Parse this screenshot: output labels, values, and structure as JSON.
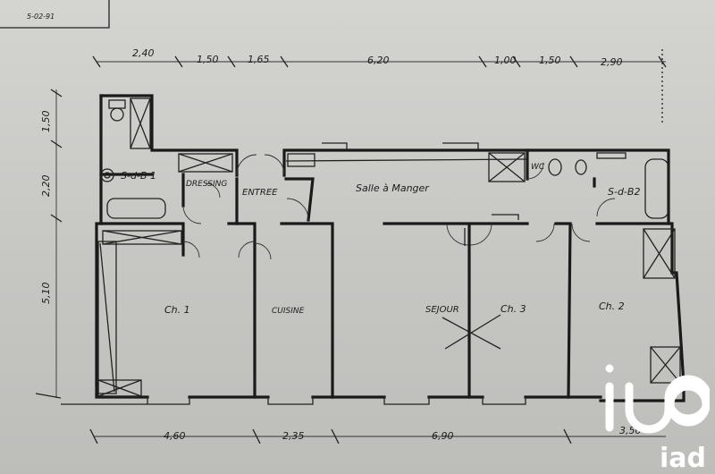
{
  "plan": {
    "date_stamp": "5-02-91",
    "dimensions_top": [
      "2,40",
      "1,50",
      "1,65",
      "6,20",
      "1,00",
      "1,50",
      "2,90"
    ],
    "dimensions_left": [
      "1,50",
      "2,20",
      "5,10"
    ],
    "dimensions_bottom": [
      "4,60",
      "2,35",
      "6,90",
      "3,50"
    ],
    "rooms": {
      "sdb1": "S-d-B 1",
      "dressing": "DRESSING",
      "entree": "ENTREE",
      "salle_a_manger": "Salle à Manger",
      "wc": "WC",
      "sdb2": "S-d-B2",
      "ch1": "Ch. 1",
      "cuisine": "CUISINE",
      "sejour": "SEJOUR",
      "ch3": "Ch. 3",
      "ch2": "Ch. 2"
    }
  },
  "logo": {
    "brand": "iad",
    "color": "#ffffff"
  }
}
